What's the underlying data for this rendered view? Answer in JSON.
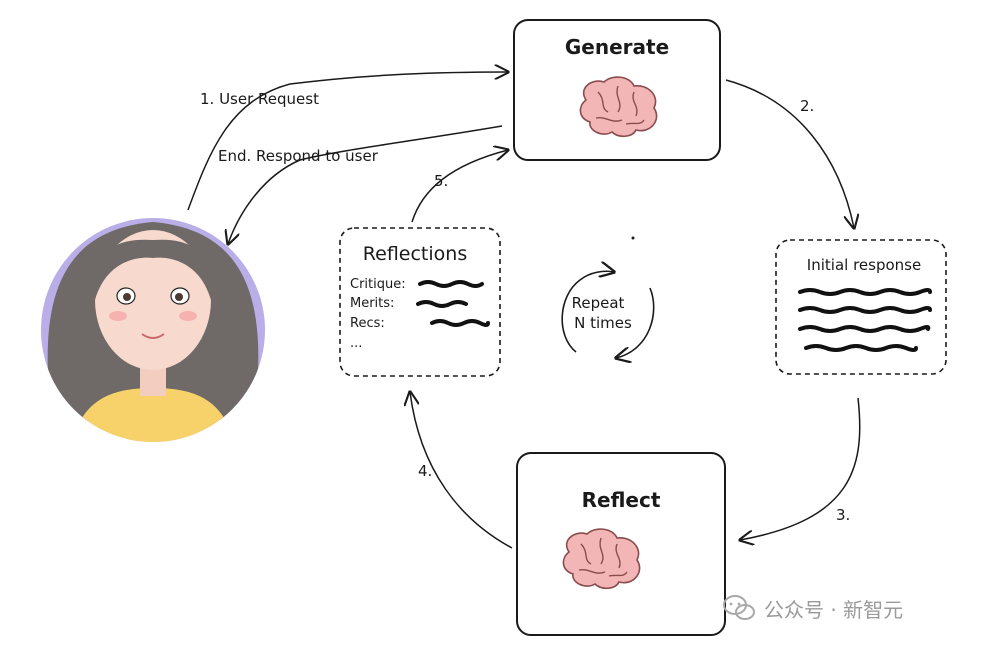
{
  "nodes": {
    "generate": {
      "title": "Generate"
    },
    "reflect": {
      "title": "Reflect"
    },
    "initial_response": {
      "title": "Initial response"
    },
    "reflections": {
      "title": "Reflections",
      "rows": [
        "Critique:",
        "Merits:",
        "Recs:",
        "..."
      ]
    },
    "repeat": {
      "line1": "Repeat",
      "line2": "N times"
    }
  },
  "edges": {
    "user_request": "1. User Request",
    "respond": "End. Respond to user",
    "step2": "2.",
    "step3": "3.",
    "step4": "4.",
    "step5": "5."
  },
  "watermark": {
    "text": "公众号 · 新智元"
  },
  "colors": {
    "ink": "#1a1a1a",
    "brain": "#f2b6b6",
    "avatar_bg": "#b9aee8",
    "hair": "#6f6a68",
    "skin": "#f7d9cd",
    "shirt": "#f7d26a"
  }
}
